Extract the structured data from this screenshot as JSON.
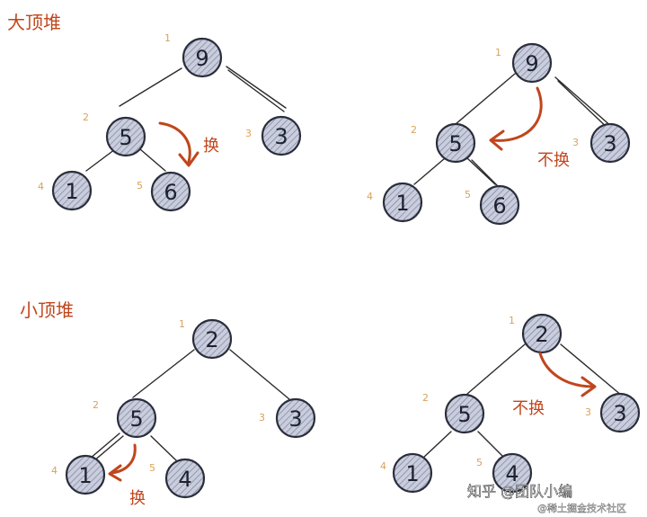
{
  "sections": [
    {
      "title": "大顶堆"
    },
    {
      "title": "小顶堆"
    }
  ],
  "trees": [
    {
      "nodes": [
        {
          "index": "1",
          "value": "9"
        },
        {
          "index": "2",
          "value": "5"
        },
        {
          "index": "3",
          "value": "3"
        },
        {
          "index": "4",
          "value": "1"
        },
        {
          "index": "5",
          "value": "6"
        }
      ],
      "action": "换"
    },
    {
      "nodes": [
        {
          "index": "1",
          "value": "9"
        },
        {
          "index": "2",
          "value": "5"
        },
        {
          "index": "3",
          "value": "3"
        },
        {
          "index": "4",
          "value": "1"
        },
        {
          "index": "5",
          "value": "6"
        }
      ],
      "action": "不换"
    },
    {
      "nodes": [
        {
          "index": "1",
          "value": "2"
        },
        {
          "index": "2",
          "value": "5"
        },
        {
          "index": "3",
          "value": "3"
        },
        {
          "index": "4",
          "value": "1"
        },
        {
          "index": "5",
          "value": "4"
        }
      ],
      "action": "换"
    },
    {
      "nodes": [
        {
          "index": "1",
          "value": "2"
        },
        {
          "index": "2",
          "value": "5"
        },
        {
          "index": "3",
          "value": "3"
        },
        {
          "index": "4",
          "value": "1"
        },
        {
          "index": "5",
          "value": "4"
        }
      ],
      "action": "不换"
    }
  ],
  "watermark": {
    "line1": "知乎 @团队小编",
    "line2": "@稀土掘金技术社区"
  },
  "colors": {
    "accent": "#c0461c",
    "node_fill": "#b9bfd3",
    "node_stroke": "#2a2d3a",
    "index_label": "#d9a25a"
  }
}
